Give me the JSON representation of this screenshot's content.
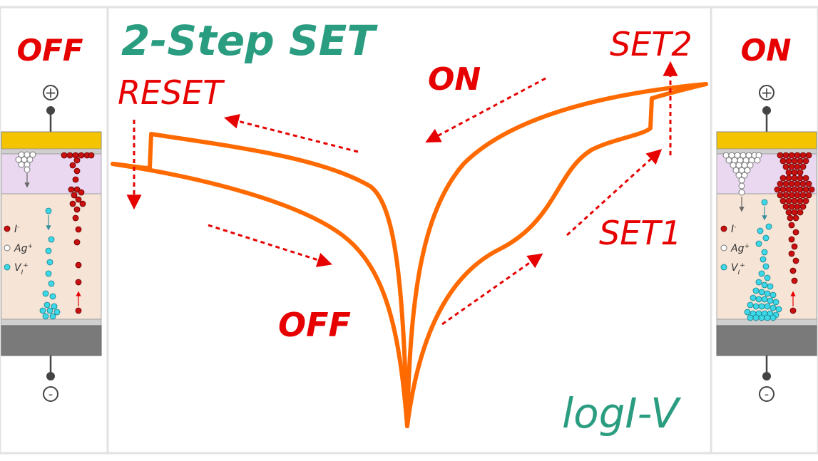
{
  "title": "2-Step SET",
  "plot_label": "logI-V",
  "labels": {
    "on_top": "ON",
    "off_bottom": "OFF",
    "reset": "RESET",
    "set1": "SET1",
    "set2": "SET2"
  },
  "left_panel": {
    "state": "OFF",
    "top_terminal": "+",
    "bottom_terminal": "-",
    "legend": [
      {
        "symbol": "red-dot",
        "label": "I",
        "sup": "-",
        "sub": ""
      },
      {
        "symbol": "open-dot",
        "label": "Ag",
        "sup": "+",
        "sub": ""
      },
      {
        "symbol": "cyan-dot",
        "label": "V",
        "sup": "+",
        "sub": "I"
      }
    ]
  },
  "right_panel": {
    "state": "ON",
    "top_terminal": "+",
    "bottom_terminal": "-",
    "legend": [
      {
        "symbol": "red-dot",
        "label": "I",
        "sup": "-",
        "sub": ""
      },
      {
        "symbol": "open-dot",
        "label": "Ag",
        "sup": "+",
        "sub": ""
      },
      {
        "symbol": "cyan-dot",
        "label": "V",
        "sup": "+",
        "sub": "I"
      }
    ]
  },
  "colors": {
    "curve": "#ff6a00",
    "arrow": "#e60000",
    "title": "#2a9d80",
    "state_text": "#e60000",
    "electrode_top": "#f5c400",
    "electrode_bottom": "#7a7a7a",
    "layer_ag": "#e9d8f0",
    "layer_perovskite": "#f6e4d6",
    "iodide": "#c81010",
    "vacancy": "#3cd8e8"
  }
}
